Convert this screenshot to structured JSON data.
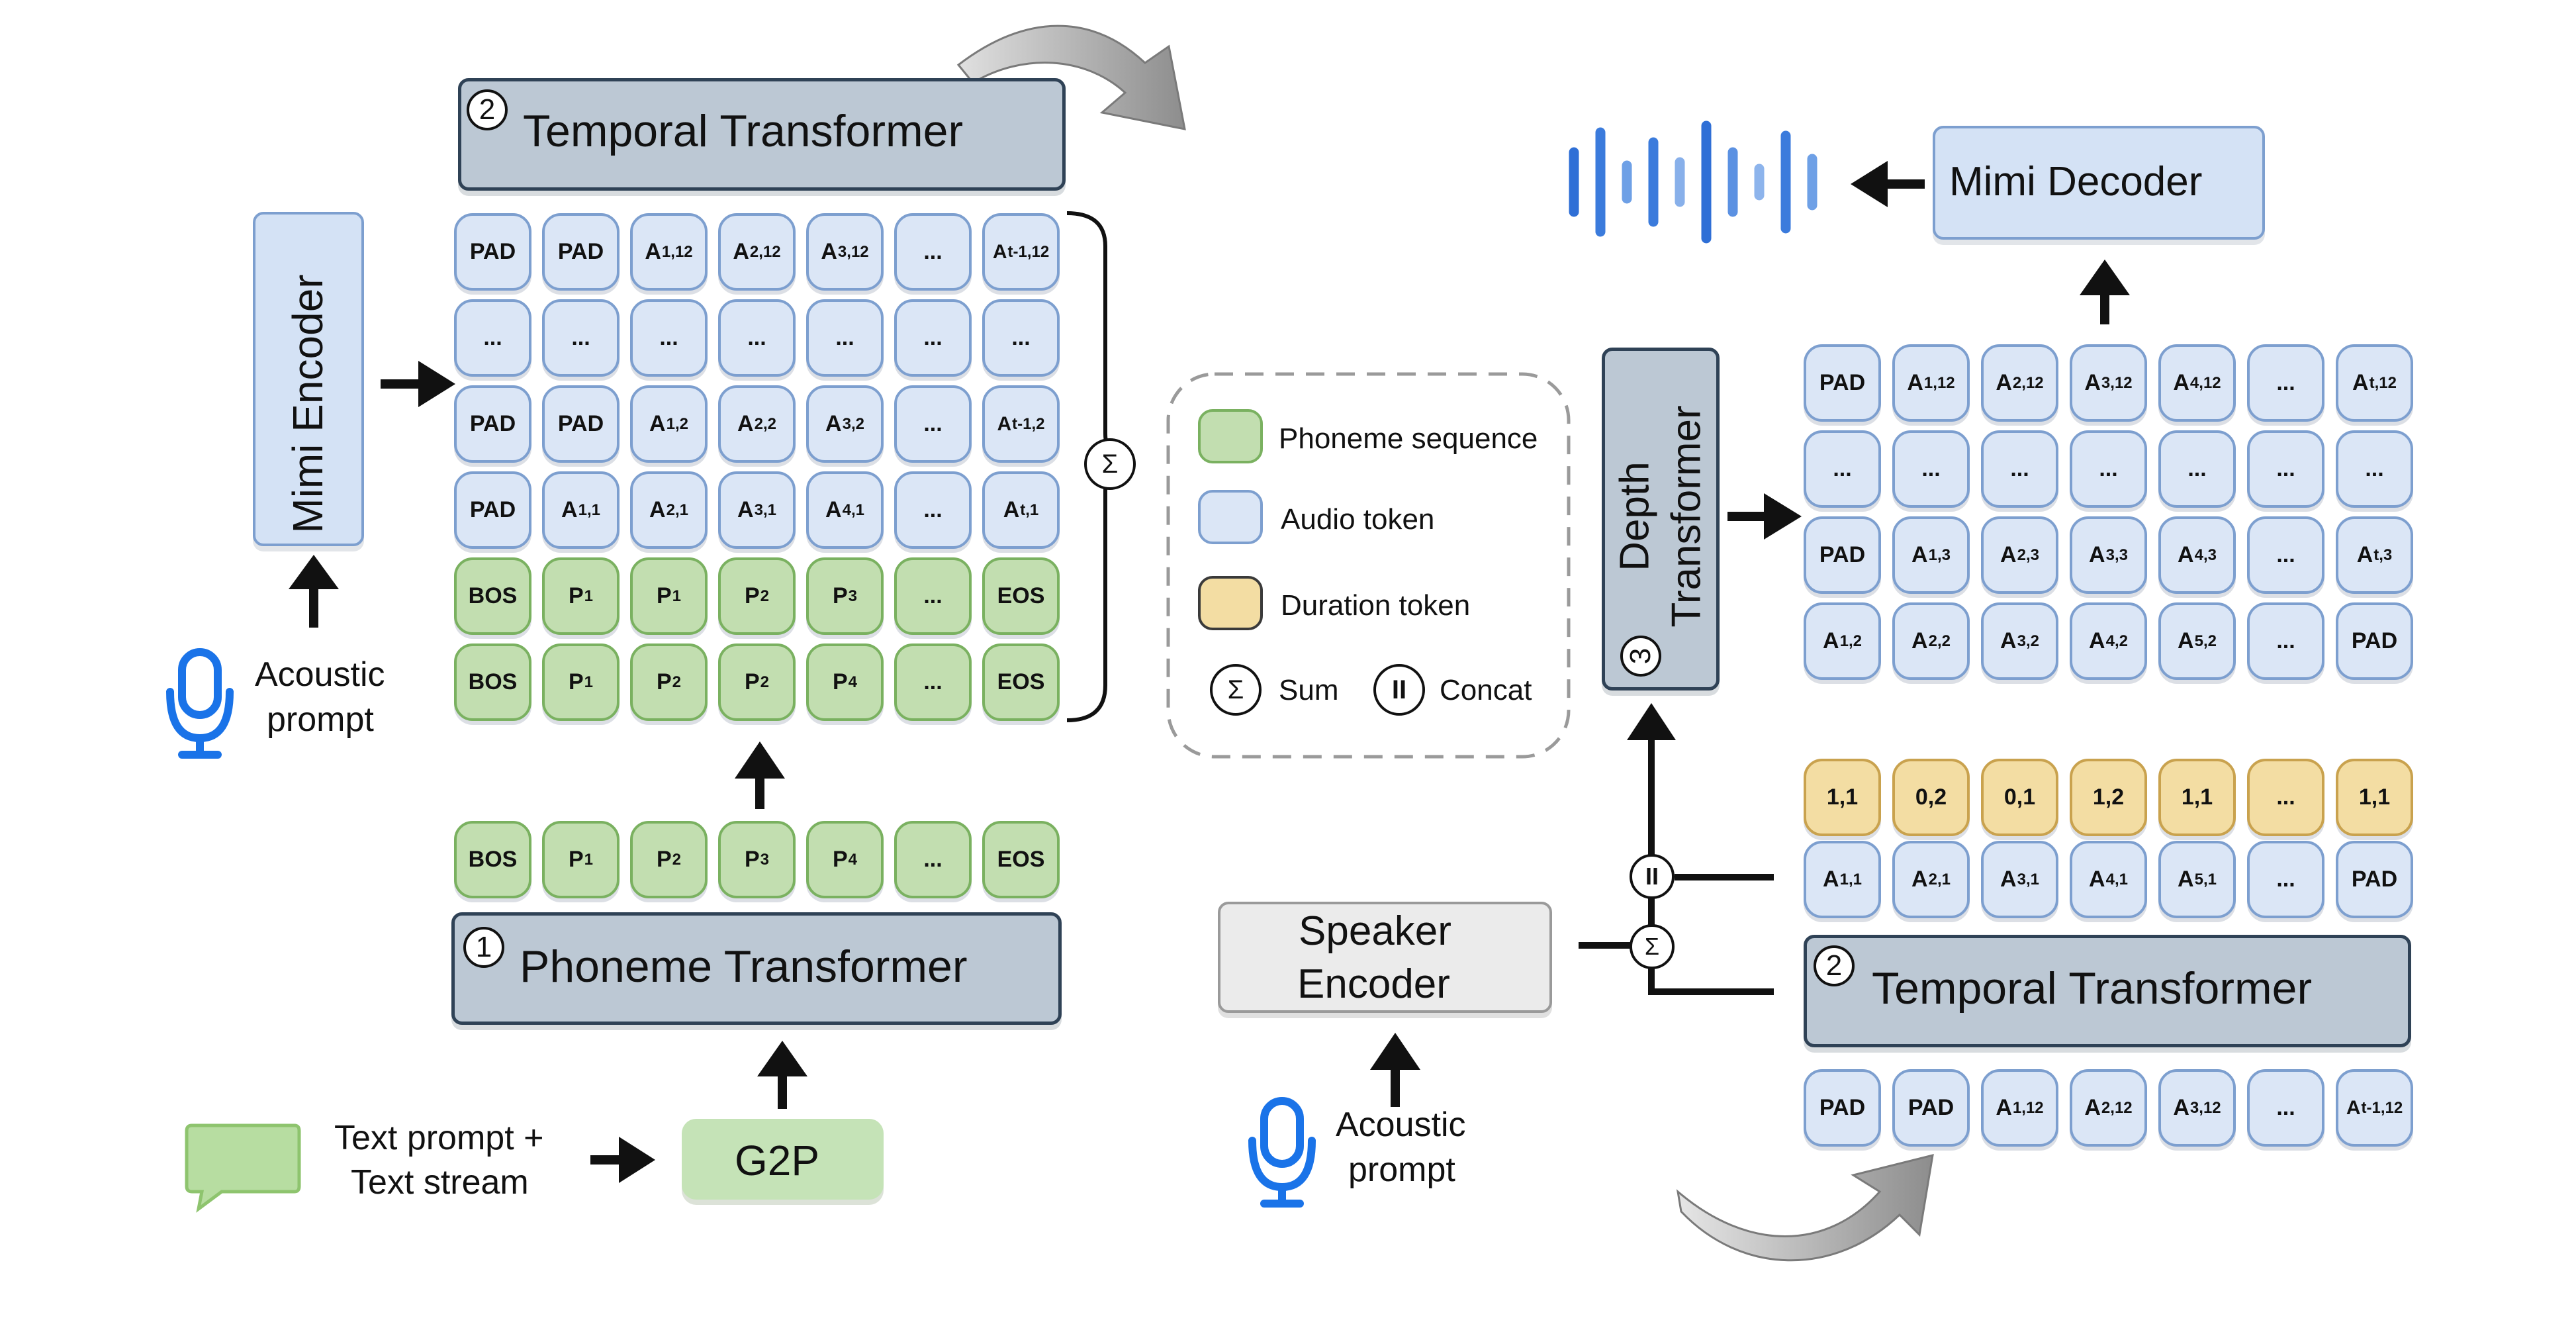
{
  "blocks": {
    "temporal_transformer_top": {
      "number": "2",
      "label": "Temporal Transformer"
    },
    "phoneme_transformer": {
      "number": "1",
      "label": "Phoneme Transformer"
    },
    "temporal_transformer_right": {
      "number": "2",
      "label": "Temporal Transformer"
    },
    "depth_transformer": {
      "number": "3",
      "label_line1": "Depth",
      "label_line2": "Transformer"
    },
    "mimi_encoder": {
      "label": "Mimi Encoder"
    },
    "mimi_decoder": {
      "label": "Mimi Decoder"
    },
    "g2p": {
      "label": "G2P"
    },
    "speaker_encoder": {
      "label_line1": "Speaker",
      "label_line2": "Encoder"
    }
  },
  "labels": {
    "acoustic_prompt_left": [
      "Acoustic",
      "prompt"
    ],
    "acoustic_prompt_right": [
      "Acoustic",
      "prompt"
    ],
    "text_prompt": [
      "Text prompt +",
      "Text stream"
    ]
  },
  "legend": {
    "phoneme": "Phoneme sequence",
    "audio": "Audio token",
    "duration": "Duration token",
    "sum_symbol": "Σ",
    "sum": "Sum",
    "concat_symbol": "II",
    "concat": "Concat"
  },
  "operators": {
    "sum": "Σ",
    "concat": "II"
  },
  "grids": {
    "left_stack": [
      [
        {
          "t": "PAD",
          "s": "a"
        },
        {
          "t": "PAD",
          "s": "a"
        },
        {
          "t": "A",
          "sub": "1,12",
          "s": "a"
        },
        {
          "t": "A",
          "sub": "2,12",
          "s": "a"
        },
        {
          "t": "A",
          "sub": "3,12",
          "s": "a"
        },
        {
          "t": "...",
          "s": "a"
        },
        {
          "t": "A",
          "sub": "t-1,12",
          "s": "a"
        }
      ],
      [
        {
          "t": "...",
          "s": "a"
        },
        {
          "t": "...",
          "s": "a"
        },
        {
          "t": "...",
          "s": "a"
        },
        {
          "t": "...",
          "s": "a"
        },
        {
          "t": "...",
          "s": "a"
        },
        {
          "t": "...",
          "s": "a"
        },
        {
          "t": "...",
          "s": "a"
        }
      ],
      [
        {
          "t": "PAD",
          "s": "a"
        },
        {
          "t": "PAD",
          "s": "a"
        },
        {
          "t": "A",
          "sub": "1,2",
          "s": "a"
        },
        {
          "t": "A",
          "sub": "2,2",
          "s": "a"
        },
        {
          "t": "A",
          "sub": "3,2",
          "s": "a"
        },
        {
          "t": "...",
          "s": "a"
        },
        {
          "t": "A",
          "sub": "t-1,2",
          "s": "a"
        }
      ],
      [
        {
          "t": "PAD",
          "s": "a"
        },
        {
          "t": "A",
          "sub": "1,1",
          "s": "a"
        },
        {
          "t": "A",
          "sub": "2,1",
          "s": "a"
        },
        {
          "t": "A",
          "sub": "3,1",
          "s": "a"
        },
        {
          "t": "A",
          "sub": "4,1",
          "s": "a"
        },
        {
          "t": "...",
          "s": "a"
        },
        {
          "t": "A",
          "sub": "t,1",
          "s": "a"
        }
      ],
      [
        {
          "t": "BOS",
          "s": "p"
        },
        {
          "t": "P",
          "sub": "1",
          "s": "p"
        },
        {
          "t": "P",
          "sub": "1",
          "s": "p"
        },
        {
          "t": "P",
          "sub": "2",
          "s": "p"
        },
        {
          "t": "P",
          "sub": "3",
          "s": "p"
        },
        {
          "t": "...",
          "s": "p"
        },
        {
          "t": "EOS",
          "s": "p"
        }
      ],
      [
        {
          "t": "BOS",
          "s": "p"
        },
        {
          "t": "P",
          "sub": "1",
          "s": "p"
        },
        {
          "t": "P",
          "sub": "2",
          "s": "p"
        },
        {
          "t": "P",
          "sub": "2",
          "s": "p"
        },
        {
          "t": "P",
          "sub": "4",
          "s": "p"
        },
        {
          "t": "...",
          "s": "p"
        },
        {
          "t": "EOS",
          "s": "p"
        }
      ]
    ],
    "phoneme_input": [
      [
        {
          "t": "BOS",
          "s": "p"
        },
        {
          "t": "P",
          "sub": "1",
          "s": "p"
        },
        {
          "t": "P",
          "sub": "2",
          "s": "p"
        },
        {
          "t": "P",
          "sub": "3",
          "s": "p"
        },
        {
          "t": "P",
          "sub": "4",
          "s": "p"
        },
        {
          "t": "...",
          "s": "p"
        },
        {
          "t": "EOS",
          "s": "p"
        }
      ]
    ],
    "right_stack": [
      [
        {
          "t": "PAD",
          "s": "a"
        },
        {
          "t": "A",
          "sub": "1,12",
          "s": "a"
        },
        {
          "t": "A",
          "sub": "2,12",
          "s": "a"
        },
        {
          "t": "A",
          "sub": "3,12",
          "s": "a"
        },
        {
          "t": "A",
          "sub": "4,12",
          "s": "a"
        },
        {
          "t": "...",
          "s": "a"
        },
        {
          "t": "A",
          "sub": "t,12",
          "s": "a"
        }
      ],
      [
        {
          "t": "...",
          "s": "a"
        },
        {
          "t": "...",
          "s": "a"
        },
        {
          "t": "...",
          "s": "a"
        },
        {
          "t": "...",
          "s": "a"
        },
        {
          "t": "...",
          "s": "a"
        },
        {
          "t": "...",
          "s": "a"
        },
        {
          "t": "...",
          "s": "a"
        }
      ],
      [
        {
          "t": "PAD",
          "s": "a"
        },
        {
          "t": "A",
          "sub": "1,3",
          "s": "a"
        },
        {
          "t": "A",
          "sub": "2,3",
          "s": "a"
        },
        {
          "t": "A",
          "sub": "3,3",
          "s": "a"
        },
        {
          "t": "A",
          "sub": "4,3",
          "s": "a"
        },
        {
          "t": "...",
          "s": "a"
        },
        {
          "t": "A",
          "sub": "t,3",
          "s": "a"
        }
      ],
      [
        {
          "t": "A",
          "sub": "1,2",
          "s": "a"
        },
        {
          "t": "A",
          "sub": "2,2",
          "s": "a"
        },
        {
          "t": "A",
          "sub": "3,2",
          "s": "a"
        },
        {
          "t": "A",
          "sub": "4,2",
          "s": "a"
        },
        {
          "t": "A",
          "sub": "5,2",
          "s": "a"
        },
        {
          "t": "...",
          "s": "a"
        },
        {
          "t": "PAD",
          "s": "a"
        }
      ]
    ],
    "duration_row": [
      [
        {
          "t": "1,1",
          "s": "d"
        },
        {
          "t": "0,2",
          "s": "d"
        },
        {
          "t": "0,1",
          "s": "d"
        },
        {
          "t": "1,2",
          "s": "d"
        },
        {
          "t": "1,1",
          "s": "d"
        },
        {
          "t": "...",
          "s": "d"
        },
        {
          "t": "1,1",
          "s": "d"
        }
      ]
    ],
    "first_codebook_row": [
      [
        {
          "t": "A",
          "sub": "1,1",
          "s": "a"
        },
        {
          "t": "A",
          "sub": "2,1",
          "s": "a"
        },
        {
          "t": "A",
          "sub": "3,1",
          "s": "a"
        },
        {
          "t": "A",
          "sub": "4,1",
          "s": "a"
        },
        {
          "t": "A",
          "sub": "5,1",
          "s": "a"
        },
        {
          "t": "...",
          "s": "a"
        },
        {
          "t": "PAD",
          "s": "a"
        }
      ]
    ],
    "temporal_input_row": [
      [
        {
          "t": "PAD",
          "s": "a"
        },
        {
          "t": "PAD",
          "s": "a"
        },
        {
          "t": "A",
          "sub": "1,12",
          "s": "a"
        },
        {
          "t": "A",
          "sub": "2,12",
          "s": "a"
        },
        {
          "t": "A",
          "sub": "3,12",
          "s": "a"
        },
        {
          "t": "...",
          "s": "a"
        },
        {
          "t": "A",
          "sub": "t-1,12",
          "s": "a"
        }
      ]
    ]
  },
  "colors": {
    "audio_fill": "#dbe6f6",
    "audio_border": "#7d9fcf",
    "phoneme_fill": "#c2deb0",
    "phoneme_border": "#7ab160",
    "duration_fill": "#f3dda3",
    "duration_border": "#c9a24e",
    "transformer_fill": "#bcc8d4",
    "mic": "#1a73e8",
    "waveform": "#3f7fd8"
  },
  "icons": [
    "snowflake-icon",
    "fire-icon",
    "microphone-icon",
    "speech-bubble-icon",
    "waveform-icon",
    "curved-arrow-icon"
  ]
}
